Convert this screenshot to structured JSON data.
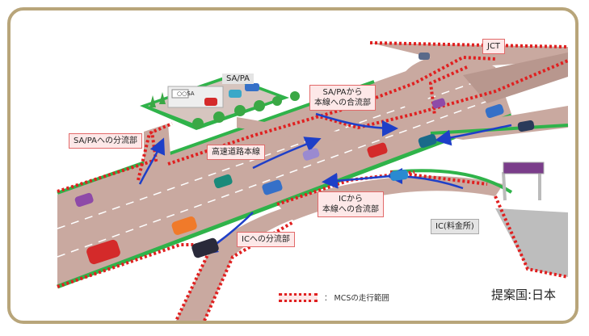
{
  "labels": {
    "jct": "JCT",
    "sapa": "SA/PA",
    "sapa_merge": "SA/PAから\n本線への合流部",
    "sapa_diverge": "SA/PAへの分流部",
    "main_line": "高速道路本線",
    "ic_merge": "ICから\n本線への合流部",
    "ic_diverge": "ICへの分流部",
    "toll": "IC(料金所)",
    "building_sign": "○○SA"
  },
  "legend": {
    "text": "：  MCSの走行範囲"
  },
  "country": "提案国:日本",
  "colors": {
    "road": "#c9a9a0",
    "road_dark": "#b8978e",
    "grass": "#2fb34a",
    "range_outline": "#e02020",
    "arrow": "#1e3fc8",
    "frame": "#b8a57a"
  }
}
